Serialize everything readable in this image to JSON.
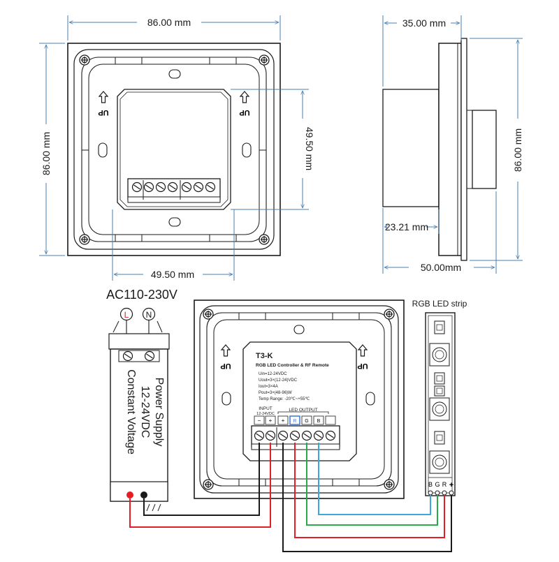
{
  "dimensions": {
    "front_width": "86.00 mm",
    "front_height": "86.00 mm",
    "inner_height": "49.50 mm",
    "inner_width": "49.50 mm",
    "side_depth": "35.00 mm",
    "side_height": "86.00 mm",
    "side_offset": "23.21 mm",
    "side_total": "50.00mm"
  },
  "up_marker": "UP",
  "power": {
    "input_label": "AC110-230V",
    "terminal_l": "L",
    "terminal_n": "N",
    "line1": "Power Supply",
    "line2": "12-24VDC",
    "line3": "Constant Voltage"
  },
  "controller": {
    "model": "T3-K",
    "subtitle": "RGB LED Controller & RF Remote",
    "specs": [
      "Uin=12-24VDC",
      "Uout=3×(12-24)VDC",
      "Iout=3×4A",
      "Pout=3×(48-96)W",
      "Temp Range: -20℃~+55℃"
    ],
    "input_label": "INPUT",
    "input_voltage": "12-24VDC",
    "output_label": "LED OUTPUT",
    "terminals": [
      "−",
      "+",
      "+",
      "R",
      "G",
      "B"
    ]
  },
  "led_strip": {
    "title": "RGB LED strip",
    "pins": [
      "B",
      "G",
      "R",
      "+"
    ]
  },
  "colors": {
    "outline": "#1a1a1a",
    "dimension": "#4a7fb0",
    "wire_red": "#e31e24",
    "wire_black": "#1a1a1a",
    "wire_green": "#2aa84a",
    "wire_blue": "#3aa8d8",
    "r_terminal": "#4a7fd0"
  }
}
